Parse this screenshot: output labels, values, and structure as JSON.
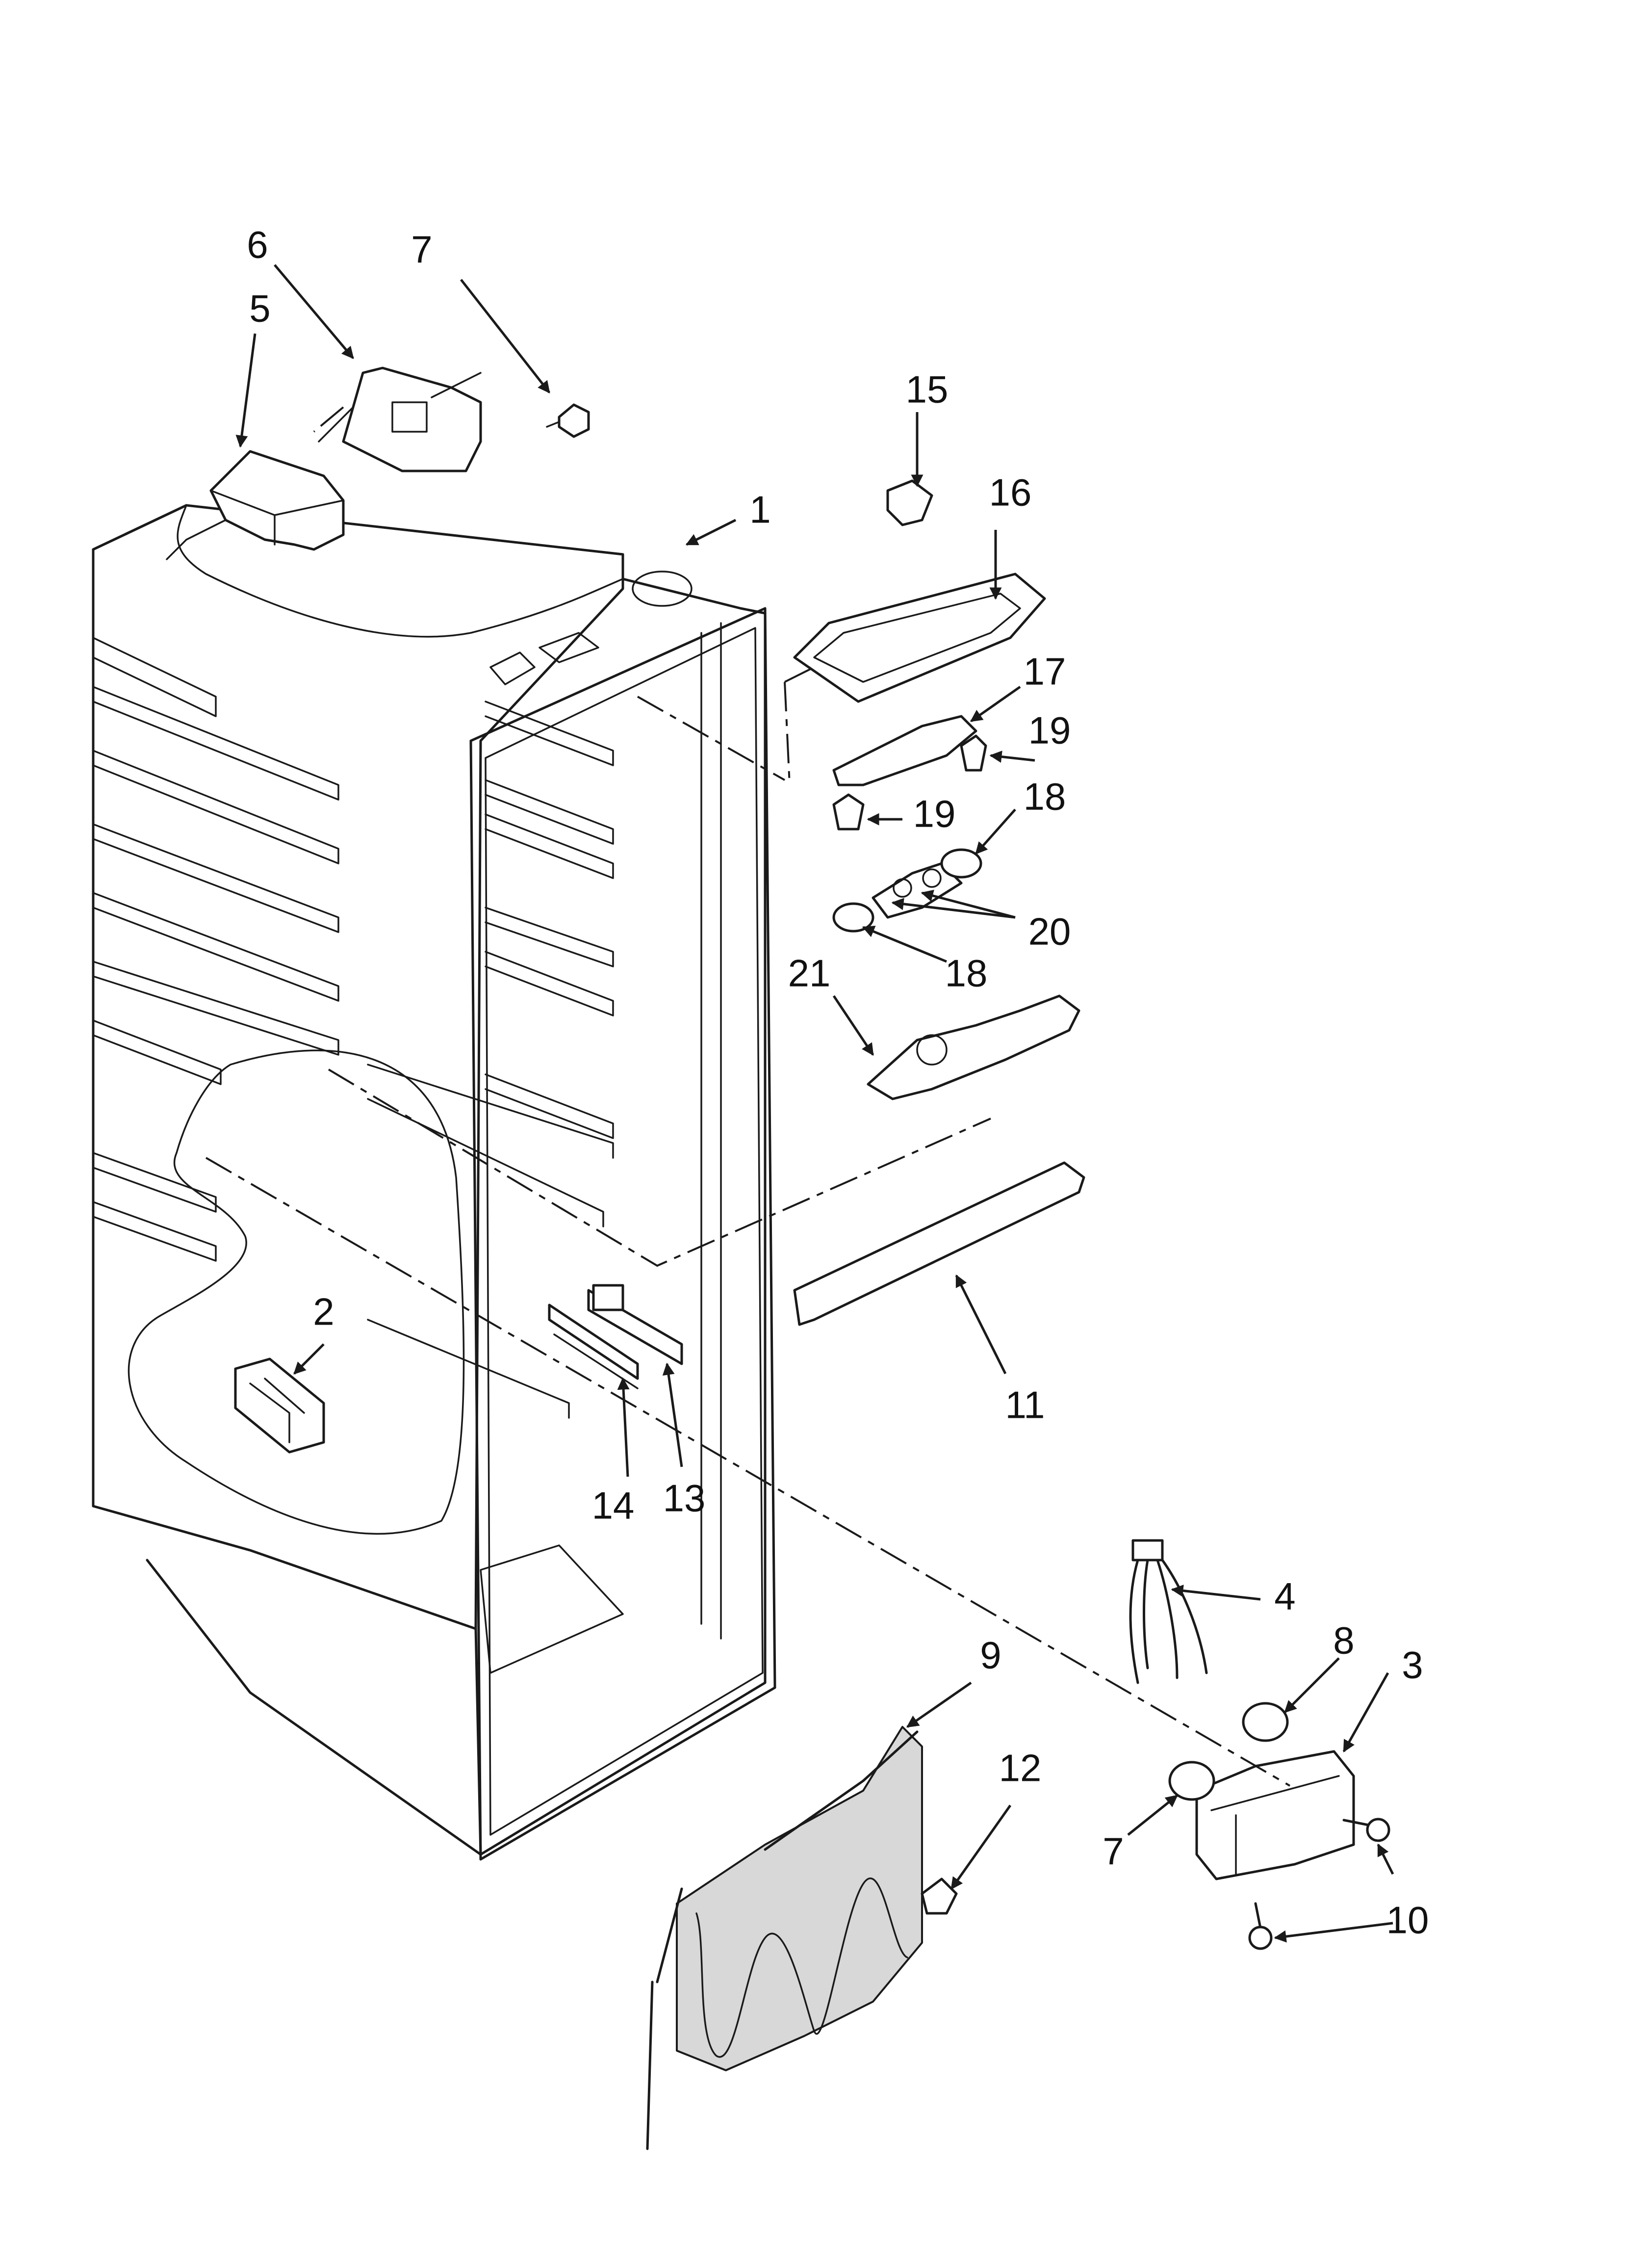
{
  "callouts": {
    "c1": "1",
    "c2": "2",
    "c3": "3",
    "c4": "4",
    "c5": "5",
    "c6": "6",
    "c7a": "7",
    "c7b": "7",
    "c8": "8",
    "c9": "9",
    "c10": "10",
    "c11": "11",
    "c12": "12",
    "c13": "13",
    "c14": "14",
    "c15": "15",
    "c16": "16",
    "c17": "17",
    "c18a": "18",
    "c18b": "18",
    "c19a": "19",
    "c19b": "19",
    "c20": "20",
    "c21": "21"
  },
  "colors": {
    "line": "#1a1a1a",
    "background": "#ffffff"
  }
}
